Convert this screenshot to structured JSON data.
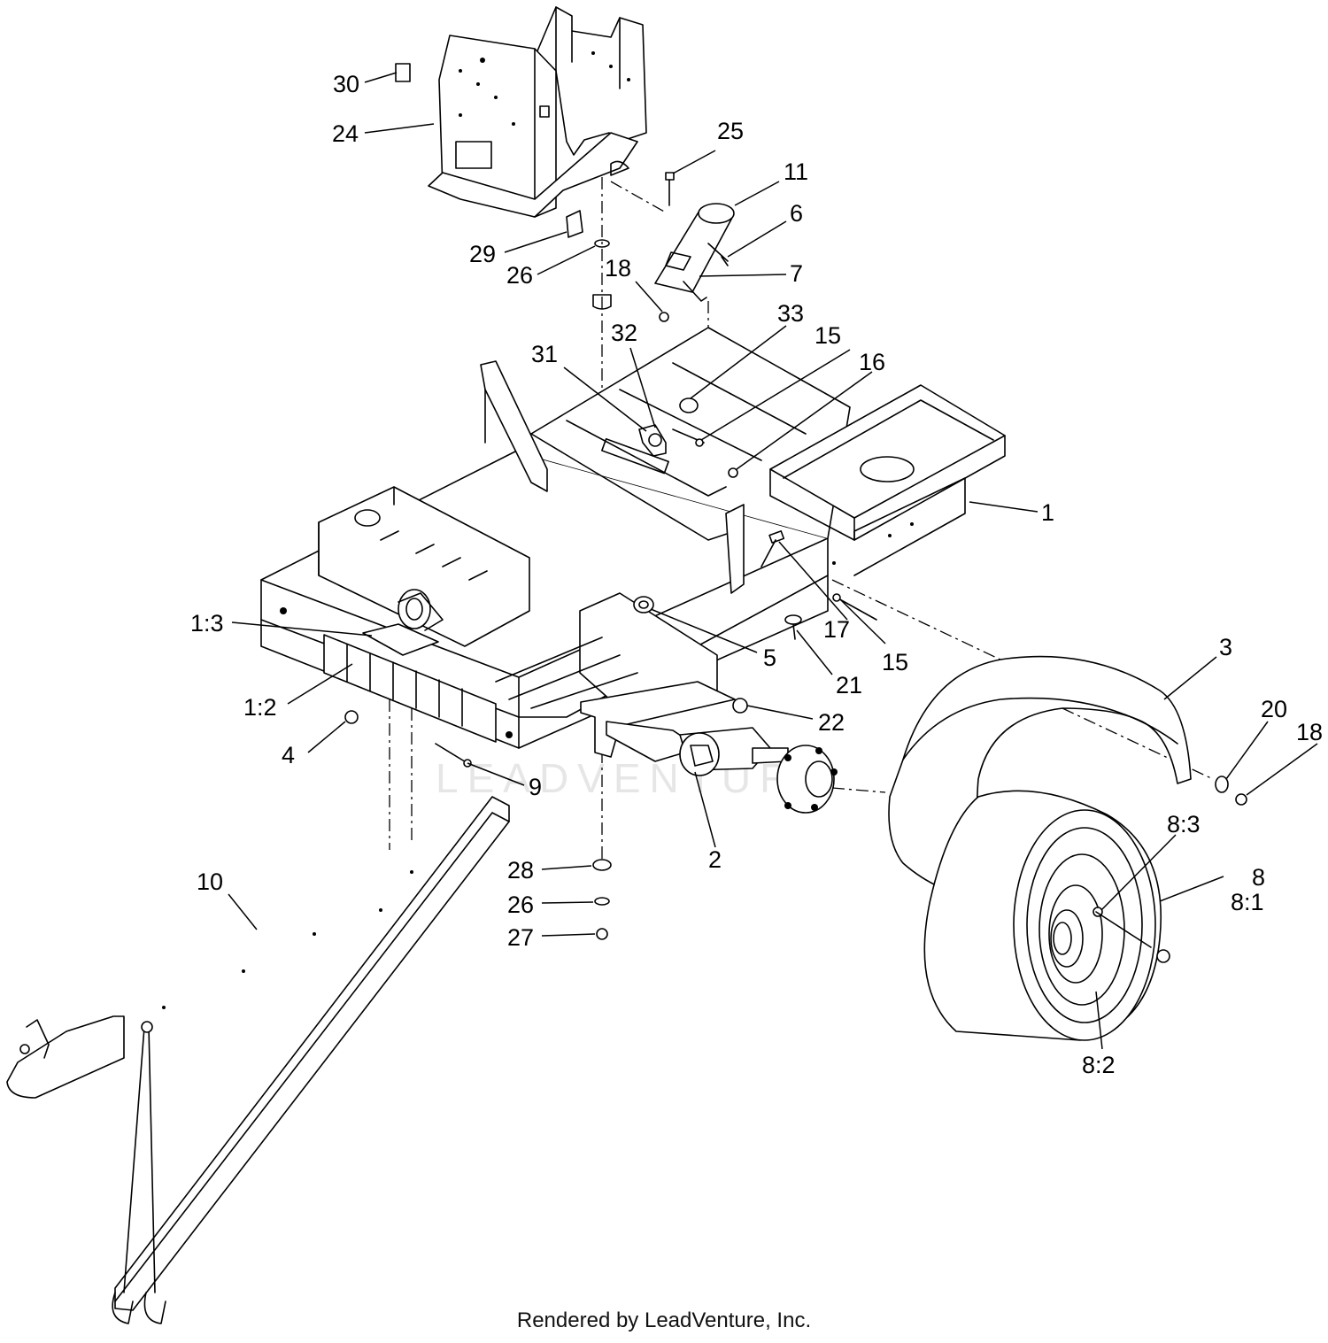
{
  "watermark": "LEADVENTURE",
  "footer": "Rendered by LeadVenture, Inc.",
  "callouts": [
    "30",
    "24",
    "25",
    "11",
    "6",
    "7",
    "18",
    "29",
    "26",
    "33",
    "32",
    "31",
    "15",
    "16",
    "1",
    "1:3",
    "17",
    "5",
    "15",
    "21",
    "3",
    "20",
    "18",
    "1:2",
    "22",
    "4",
    "9",
    "2",
    "8:3",
    "8",
    "8:1",
    "10",
    "28",
    "26",
    "27",
    "8:2"
  ],
  "parts": {
    "control_tower": "24",
    "decal_30": "30",
    "decal_29": "29",
    "bolt_25": "25",
    "tube_11": "11",
    "frame": "1",
    "tire_wheel": "8",
    "fender": "3",
    "axle": "2",
    "tongue": "10"
  }
}
